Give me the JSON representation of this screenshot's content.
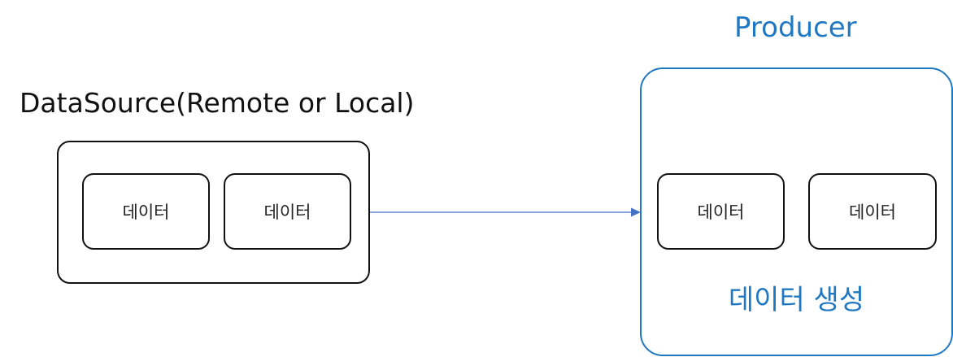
{
  "datasource": {
    "title": "DataSource(Remote or Local)",
    "items": [
      "데이터",
      "데이터"
    ]
  },
  "producer": {
    "title": "Producer",
    "items": [
      "데이터",
      "데이터"
    ],
    "caption": "데이터 생성"
  },
  "colors": {
    "producer_accent": "#1f78c1",
    "arrow": "#4472c4",
    "datasource_stroke": "#111111"
  }
}
